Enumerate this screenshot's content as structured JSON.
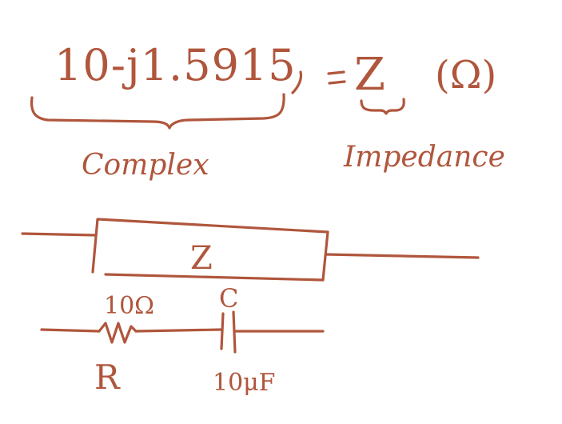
{
  "ink_color": "#b0563c",
  "equation": {
    "complex_value": "10-j1.5915",
    "equals_symbol": "Z",
    "unit": "(Ω)"
  },
  "labels": {
    "complex": "Complex",
    "impedance": "Impedance"
  },
  "impedance_box": {
    "symbol": "Z"
  },
  "components": {
    "resistor": {
      "symbol": "R",
      "value": "10Ω"
    },
    "capacitor": {
      "symbol": "C",
      "value": "10μF"
    }
  }
}
